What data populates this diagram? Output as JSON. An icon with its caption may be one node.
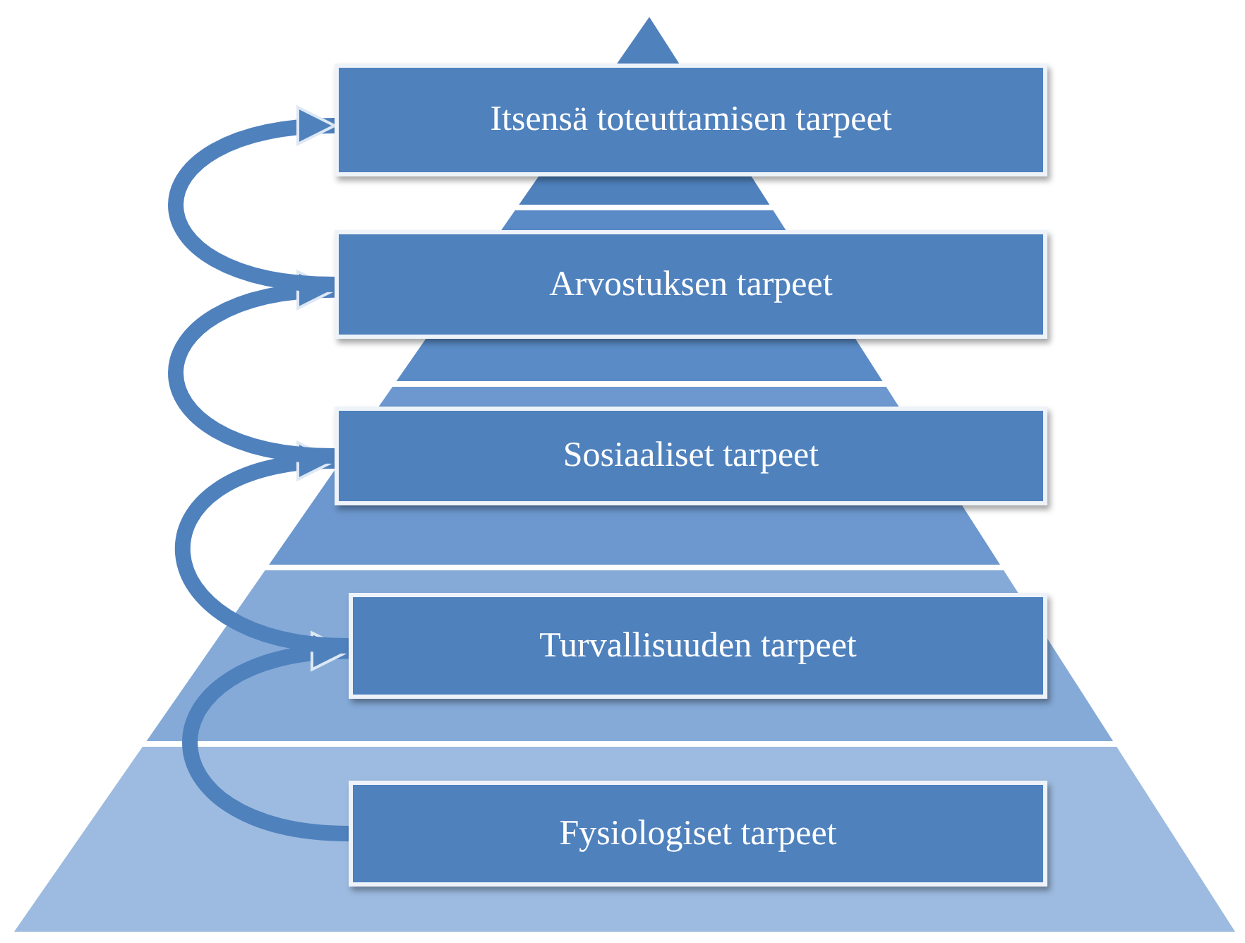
{
  "diagram": {
    "nodes": [
      {
        "text": [
          "Itsensä toteuttamisen tarpeet"
        ]
      },
      {
        "text": [
          "Arvostuksen tarpeet"
        ]
      },
      {
        "text": [
          "Sosiaaliset tarpeet"
        ]
      },
      {
        "text": [
          "Turvallisuuden tarpeet"
        ]
      },
      {
        "text": [
          "Fysiologiset tarpeet"
        ]
      }
    ],
    "edges": [
      {
        "from": 4,
        "to": 3,
        "arrow": "to"
      },
      {
        "from": 3,
        "to": 2,
        "arrow": "to"
      },
      {
        "from": 2,
        "to": 1,
        "arrow": "to"
      },
      {
        "from": 1,
        "to": 0,
        "arrow": "to"
      }
    ]
  }
}
